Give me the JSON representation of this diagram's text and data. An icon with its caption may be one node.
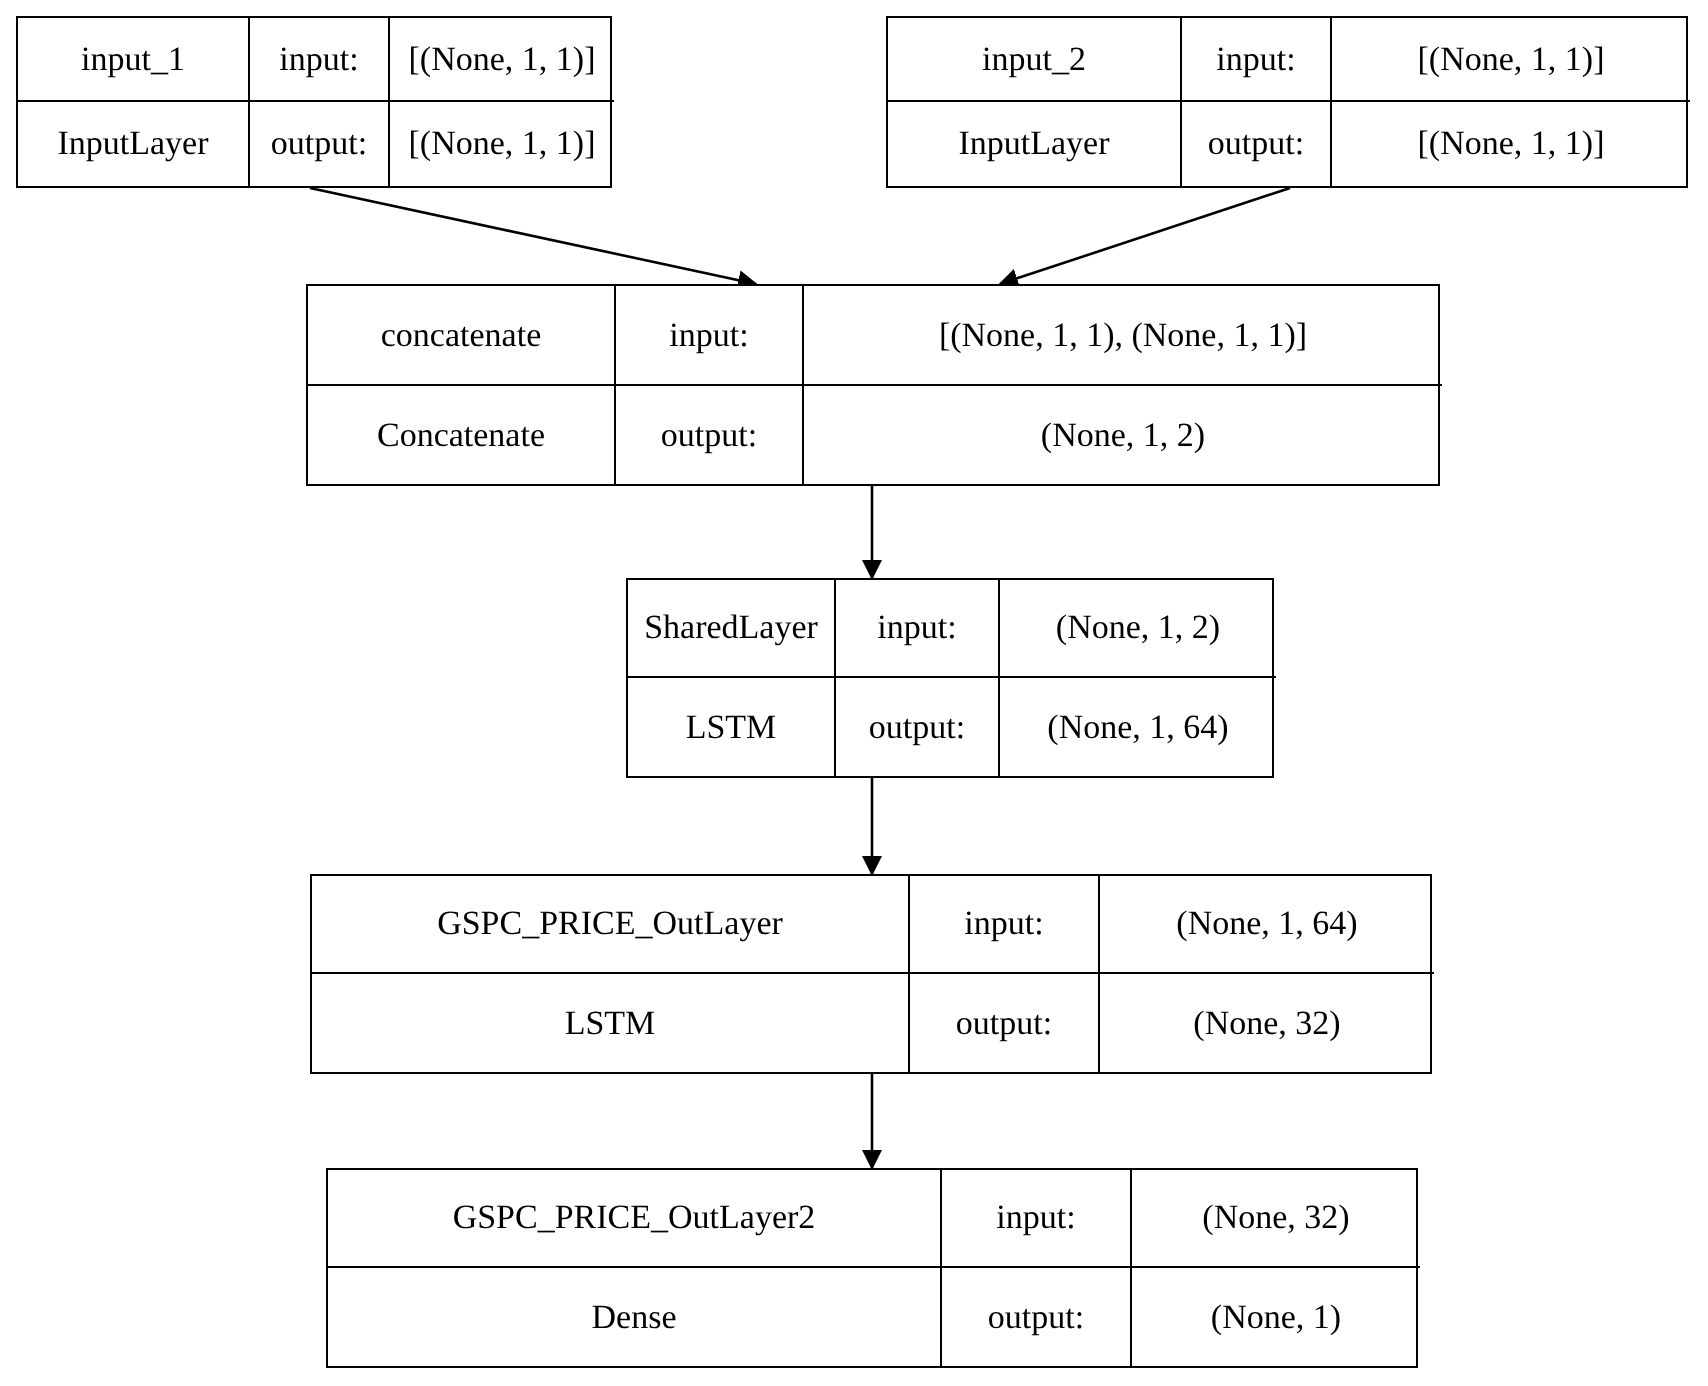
{
  "diagram": {
    "nodes": [
      {
        "text": [
          "input_1",
          "input:",
          "[(None, 1, 1)]",
          "InputLayer",
          "output:",
          "[(None, 1, 1)]"
        ]
      },
      {
        "text": [
          "input_2",
          "input:",
          "[(None, 1, 1)]",
          "InputLayer",
          "output:",
          "[(None, 1, 1)]"
        ]
      },
      {
        "text": [
          "concatenate",
          "input:",
          "[(None, 1, 1), (None, 1, 1)]",
          "Concatenate",
          "output:",
          "(None, 1, 2)"
        ]
      },
      {
        "text": [
          "SharedLayer",
          "input:",
          "(None, 1, 2)",
          "LSTM",
          "output:",
          "(None, 1, 64)"
        ]
      },
      {
        "text": [
          "GSPC_PRICE_OutLayer",
          "input:",
          "(None, 1, 64)",
          "LSTM",
          "output:",
          "(None, 32)"
        ]
      },
      {
        "text": [
          "GSPC_PRICE_OutLayer2",
          "input:",
          "(None, 32)",
          "Dense",
          "output:",
          "(None, 1)"
        ]
      }
    ],
    "edges": [
      {
        "from": 0,
        "to": 2,
        "arrow": "to"
      },
      {
        "from": 1,
        "to": 2,
        "arrow": "to"
      },
      {
        "from": 2,
        "to": 3,
        "arrow": "to"
      },
      {
        "from": 3,
        "to": 4,
        "arrow": "to"
      },
      {
        "from": 4,
        "to": 5,
        "arrow": "to"
      }
    ]
  }
}
